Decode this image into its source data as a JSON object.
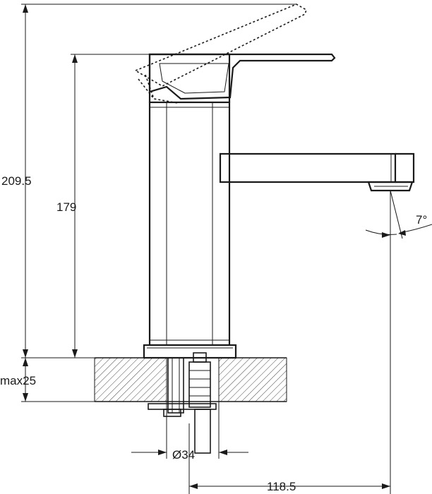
{
  "dimensions": {
    "total_height": "209.5",
    "body_height": "179",
    "max_thickness": "max25",
    "hole_diameter": "Ø34",
    "reach": "118.5",
    "angle": "7°"
  },
  "colors": {
    "line": "#1a1a1a",
    "background": "#ffffff"
  }
}
